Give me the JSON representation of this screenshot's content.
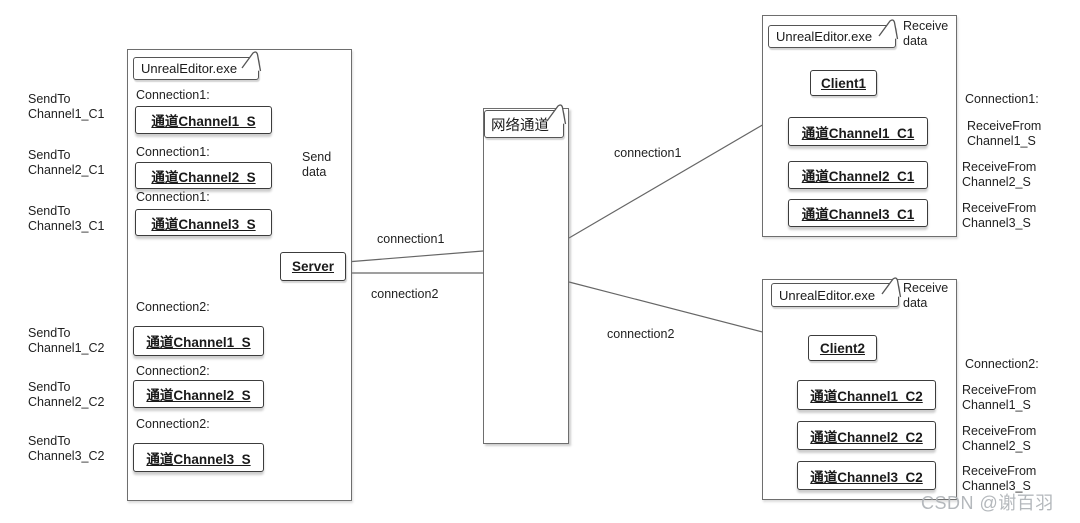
{
  "colors": {
    "stroke": "#666666",
    "text": "#1a1a1a",
    "watermark": "#b4b8bc"
  },
  "send_annotations": {
    "to_client1": [
      "SendTo\nChannel1_C1",
      "SendTo\nChannel2_C1",
      "SendTo\nChannel3_C1"
    ],
    "to_client2": [
      "SendTo\nChannel1_C2",
      "SendTo\nChannel2_C2",
      "SendTo\nChannel3_C2"
    ]
  },
  "server_panel": {
    "app_title": "UnrealEditor.exe",
    "send_note": "Send\ndata",
    "server_label": "Server",
    "connection1": {
      "labels": [
        "Connection1:",
        "Connection1:",
        "Connection1:"
      ],
      "channels": [
        "通道Channel1_S",
        "通道Channel2_S",
        "通道Channel3_S"
      ]
    },
    "connection2": {
      "labels": [
        "Connection2:",
        "Connection2:",
        "Connection2:"
      ],
      "channels": [
        "通道Channel1_S",
        "通道Channel2_S",
        "通道Channel3_S"
      ]
    }
  },
  "network_channel": {
    "title": "网络通道"
  },
  "connections": {
    "server_side": [
      "connection1",
      "connection2"
    ],
    "client_side": [
      "connection1",
      "connection2"
    ]
  },
  "client1_panel": {
    "app_title": "UnrealEditor.exe",
    "receive_note": "Receive\ndata",
    "client_label": "Client1",
    "channels": [
      "通道Channel1_C1",
      "通道Channel2_C1",
      "通道Channel3_C1"
    ]
  },
  "client2_panel": {
    "app_title": "UnrealEditor.exe",
    "receive_note": "Receive\ndata",
    "client_label": "Client2",
    "channels": [
      "通道Channel1_C2",
      "通道Channel2_C2",
      "通道Channel3_C2"
    ]
  },
  "receive_annotations": {
    "connection1": {
      "title": "Connection1:",
      "items": [
        "ReceiveFrom\nChannel1_S",
        "ReceiveFrom\nChannel2_S",
        "ReceiveFrom\nChannel3_S"
      ]
    },
    "connection2": {
      "title": "Connection2:",
      "items": [
        "ReceiveFrom\nChannel1_S",
        "ReceiveFrom\nChannel2_S",
        "ReceiveFrom\nChannel3_S"
      ]
    }
  },
  "watermark": "CSDN @谢百羽"
}
